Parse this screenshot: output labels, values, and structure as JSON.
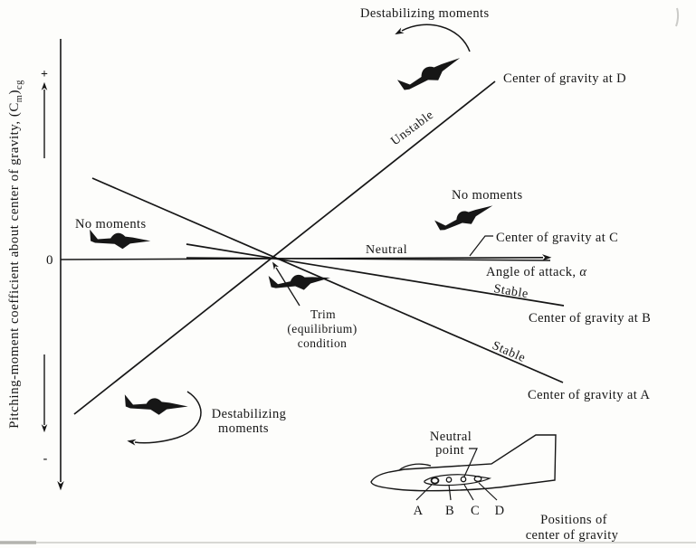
{
  "chart_data": {
    "type": "line",
    "title": "",
    "xlabel": "Angle of attack, α",
    "ylabel": "Pitching-moment coefficient about center of gravity, (Cm)cg",
    "x_axis_numeric": false,
    "xlim": [
      -2.4,
      3.2
    ],
    "ylim": [
      -2.6,
      2.6
    ],
    "grid": false,
    "legend_position": "labels at line ends",
    "trim_point": {
      "x": 0,
      "y": 0,
      "label": "Trim (equilibrium) condition"
    },
    "series": [
      {
        "name": "Center of gravity at D",
        "stability": "Unstable",
        "slope_sign": "positive",
        "x": [
          -2.18,
          2.47
        ],
        "y": [
          -1.71,
          1.97
        ]
      },
      {
        "name": "Center of gravity at C",
        "stability": "Neutral",
        "slope_sign": "zero",
        "x": [
          -0.94,
          3.08
        ],
        "y": [
          0.02,
          -0.01
        ]
      },
      {
        "name": "Center of gravity at B",
        "stability": "Stable",
        "slope_sign": "slightly negative",
        "x": [
          -0.94,
          3.23
        ],
        "y": [
          0.17,
          -0.51
        ]
      },
      {
        "name": "Center of gravity at A",
        "stability": "Stable",
        "slope_sign": "negative",
        "x": [
          -1.98,
          3.22
        ],
        "y": [
          0.9,
          -1.36
        ]
      }
    ]
  },
  "axes": {
    "y_label_main": "Pitching-moment coefficient about center of gravity, (C",
    "y_label_sub_m": "m",
    "y_label_paren": ")",
    "y_label_sub_cg": "cg",
    "y_plus": "+",
    "y_zero": "0",
    "y_minus": "-",
    "x_label": "Angle of attack,",
    "x_alpha": "α"
  },
  "cg_lines": {
    "d": {
      "stability": "Unstable",
      "label": "Center of gravity at D"
    },
    "c": {
      "stability": "Neutral",
      "label": "Center of gravity at C"
    },
    "b": {
      "stability": "Stable",
      "label": "Center of gravity at B"
    },
    "a": {
      "stability": "Stable",
      "label": "Center of gravity at A"
    }
  },
  "annotations": {
    "destabilizing_top": "Destabilizing moments",
    "no_moments_left": "No moments",
    "no_moments_right": "No moments",
    "trim": {
      "line1": "Trim",
      "line2": "(equilibrium)",
      "line3": "condition"
    },
    "destabilizing_bottom": {
      "line1": "Destabilizing",
      "line2": "moments"
    }
  },
  "inset": {
    "neutral_point": {
      "line1": "Neutral",
      "line2": "point"
    },
    "cg_positions": {
      "a": "A",
      "b": "B",
      "c": "C",
      "d": "D"
    },
    "caption": {
      "line1": "Positions of",
      "line2": "center of gravity"
    }
  },
  "colors": {
    "ink": "#161616",
    "paper": "#fdfdfb"
  }
}
